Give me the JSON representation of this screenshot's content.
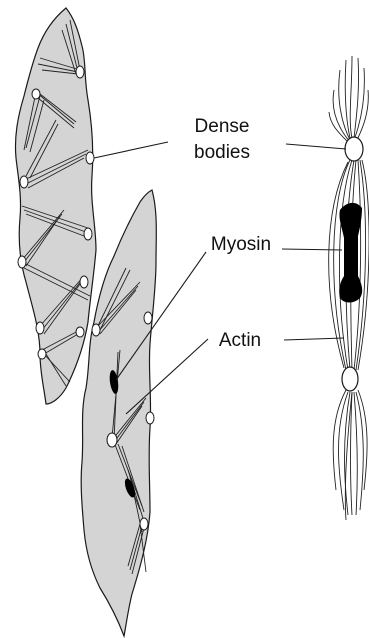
{
  "labels": {
    "dense_line1": "Dense",
    "dense_line2": "bodies",
    "myosin": "Myosin",
    "actin": "Actin"
  },
  "colors": {
    "cell_fill": "#d4d4d4",
    "outline": "#1a1a1a",
    "myosin": "#000000",
    "dense_body_fill": "#ffffff"
  }
}
